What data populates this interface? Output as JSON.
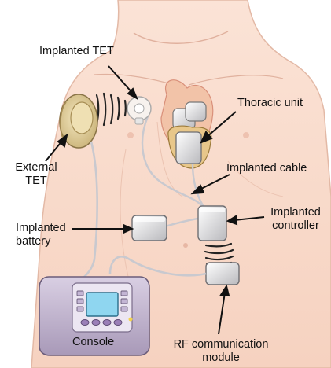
{
  "labels": {
    "implanted_tet": "Implanted TET",
    "thoracic_unit": "Thoracic unit",
    "external_tet_line1": "External",
    "external_tet_line2": "TET",
    "implanted_cable": "Implanted cable",
    "implanted_battery_line1": "Implanted",
    "implanted_battery_line2": "battery",
    "implanted_controller_line1": "Implanted",
    "implanted_controller_line2": "controller",
    "console": "Console",
    "rf_module_line1": "RF communication",
    "rf_module_line2": "module"
  }
}
